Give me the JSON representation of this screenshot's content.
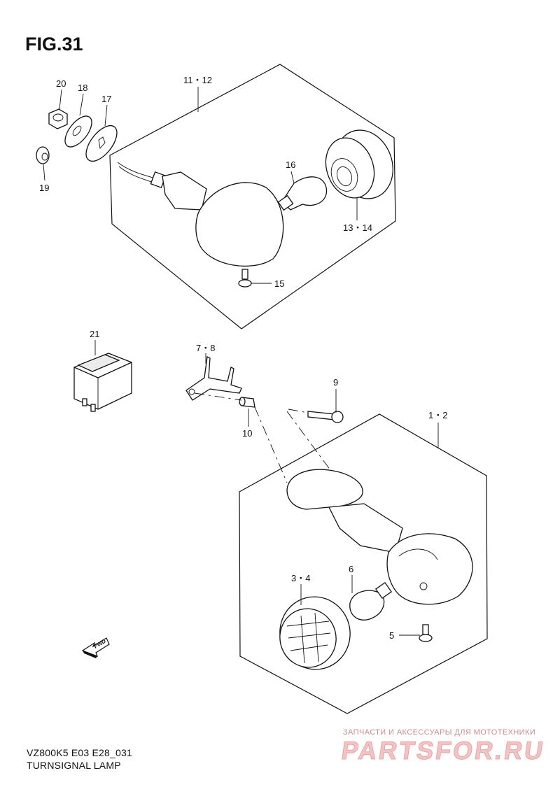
{
  "figure": {
    "title": "FIG.31",
    "code": "VZ800K5 E03 E28_031",
    "name": "TURNSIGNAL LAMP"
  },
  "callouts": {
    "c20": "20",
    "c18": "18",
    "c17": "17",
    "c19": "19",
    "c11_12": "11・12",
    "c16": "16",
    "c13_14": "13・14",
    "c15": "15",
    "c21": "21",
    "c7_8": "7・8",
    "c9": "9",
    "c10": "10",
    "c1_2": "1・2",
    "c3_4": "3・4",
    "c6": "6",
    "c5": "5"
  },
  "direction_arrow": {
    "label": "FWD",
    "icon": "direction-arrow-icon"
  },
  "watermark": {
    "tagline": "ЗАПЧАСТИ И АКСЕССУАРЫ ДЛЯ МОТОТЕХНИКИ",
    "brand": "PARTSFOR.RU"
  }
}
